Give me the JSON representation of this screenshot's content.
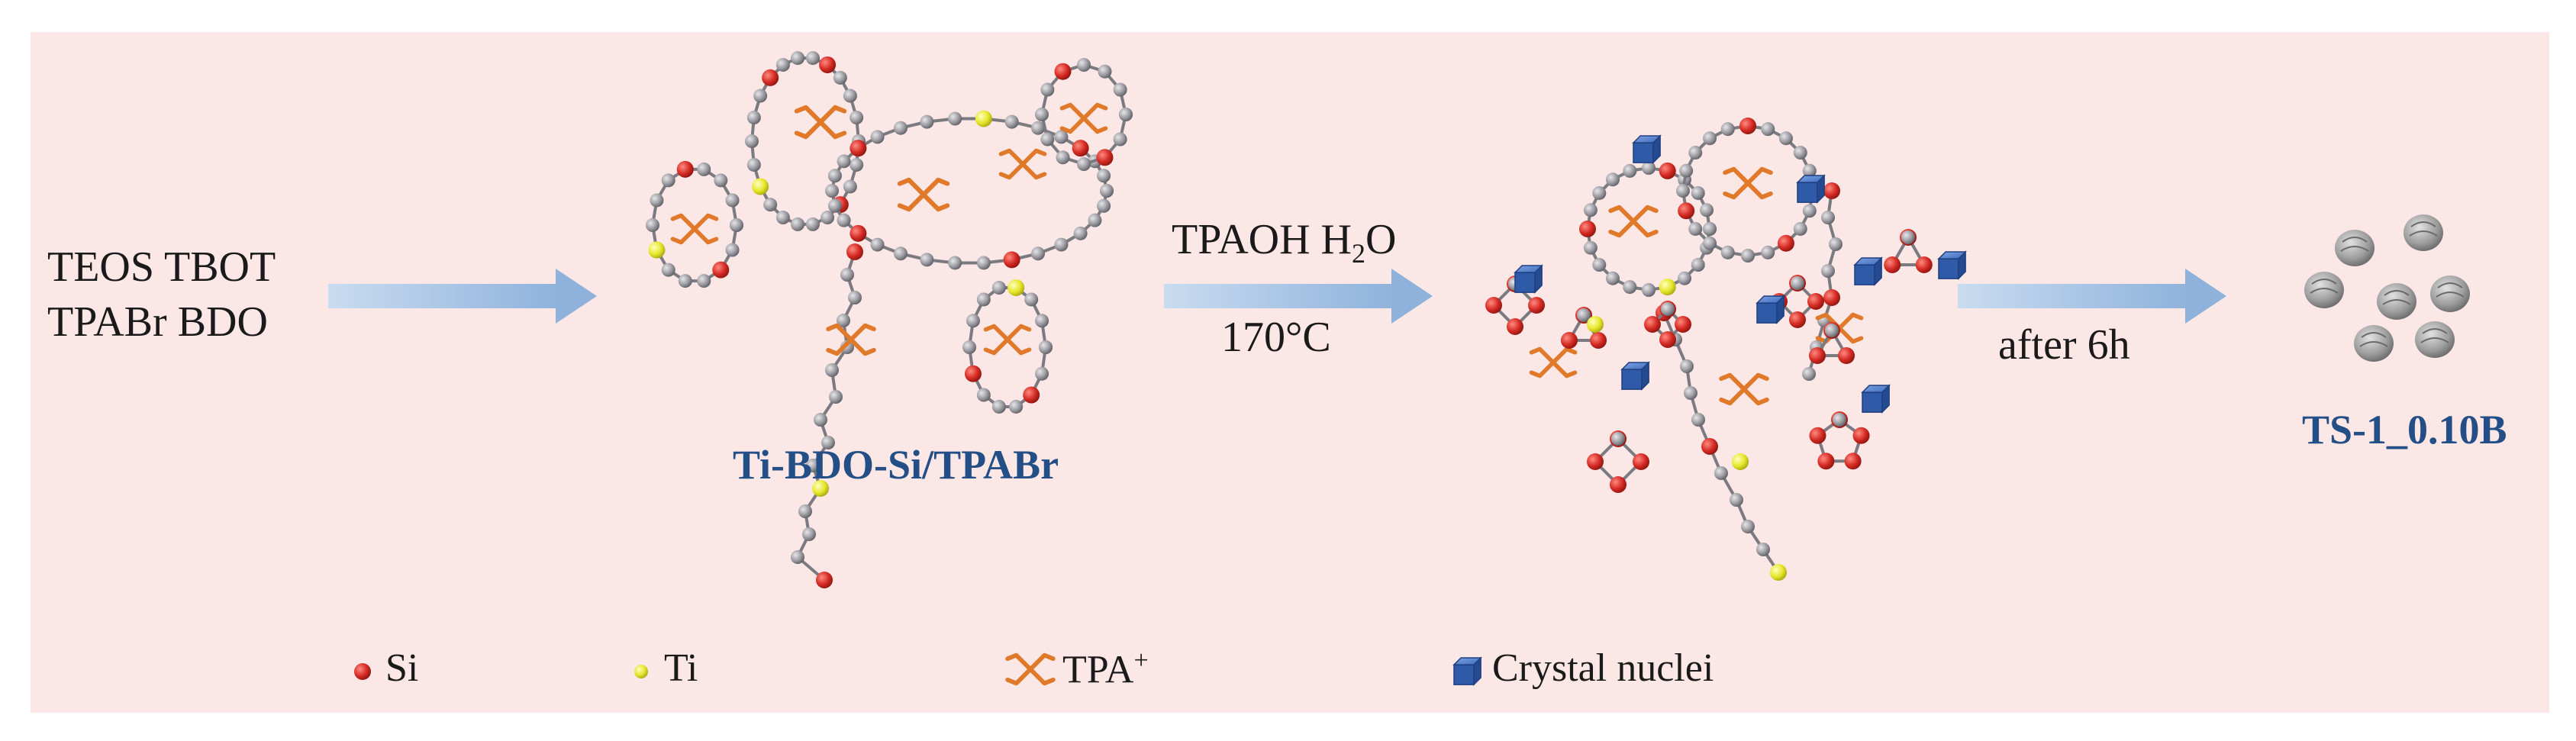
{
  "reactants": {
    "line1": "TEOS  TBOT",
    "line2": "TPABr BDO"
  },
  "step1_label": "Ti-BDO-Si/TPABr",
  "conditions": {
    "reagent_a": "TPAOH H",
    "water_sub": "2",
    "water_o": "O",
    "temperature": "170°C"
  },
  "step3_condition": "after 6h",
  "product_label": "TS-1_0.10B",
  "legend": {
    "si": "Si",
    "ti": "Ti",
    "tpa_base": "TPA",
    "tpa_sup": "+",
    "nuclei": "Crystal nuclei"
  },
  "colors": {
    "background": "#fbe8e6",
    "arrow": "#a9c4e4",
    "si_atom": "#d42a23",
    "ti_atom": "#e6e62a",
    "chain_atom": "#9a9aa0",
    "tpa": "#e07a2a",
    "nuclei": "#2f5aa8",
    "label_blue": "#244f86"
  }
}
